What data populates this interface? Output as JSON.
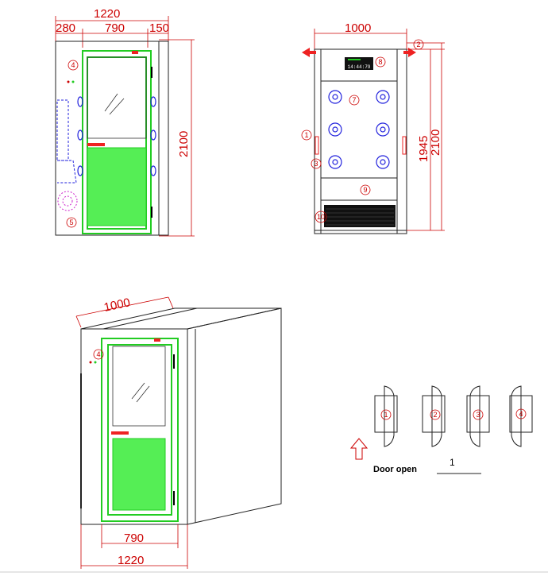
{
  "front_view": {
    "dim_total_width": "1220",
    "dim_left": "280",
    "dim_door": "790",
    "dim_right": "150",
    "dim_height": "2100",
    "callout_4": "4",
    "callout_5": "5"
  },
  "side_view": {
    "dim_width": "1000",
    "dim_height_inner": "1945",
    "dim_height_total": "2100",
    "callout_1": "1",
    "callout_2": "2",
    "callout_3": "3",
    "callout_7": "7",
    "callout_8": "8",
    "callout_9": "9",
    "callout_10": "10",
    "display_text": "14:44:79"
  },
  "iso_view": {
    "dim_depth": "1000",
    "dim_door": "790",
    "dim_total_width": "1220",
    "callout_4": "4"
  },
  "door_legend": {
    "items": [
      "1",
      "2",
      "3",
      "4"
    ],
    "label": "Door open",
    "value": "1"
  },
  "colors": {
    "dimension": "#cc0000",
    "frame": "#22cc22",
    "fan": "#2222dd",
    "panel": "#55ee55"
  }
}
